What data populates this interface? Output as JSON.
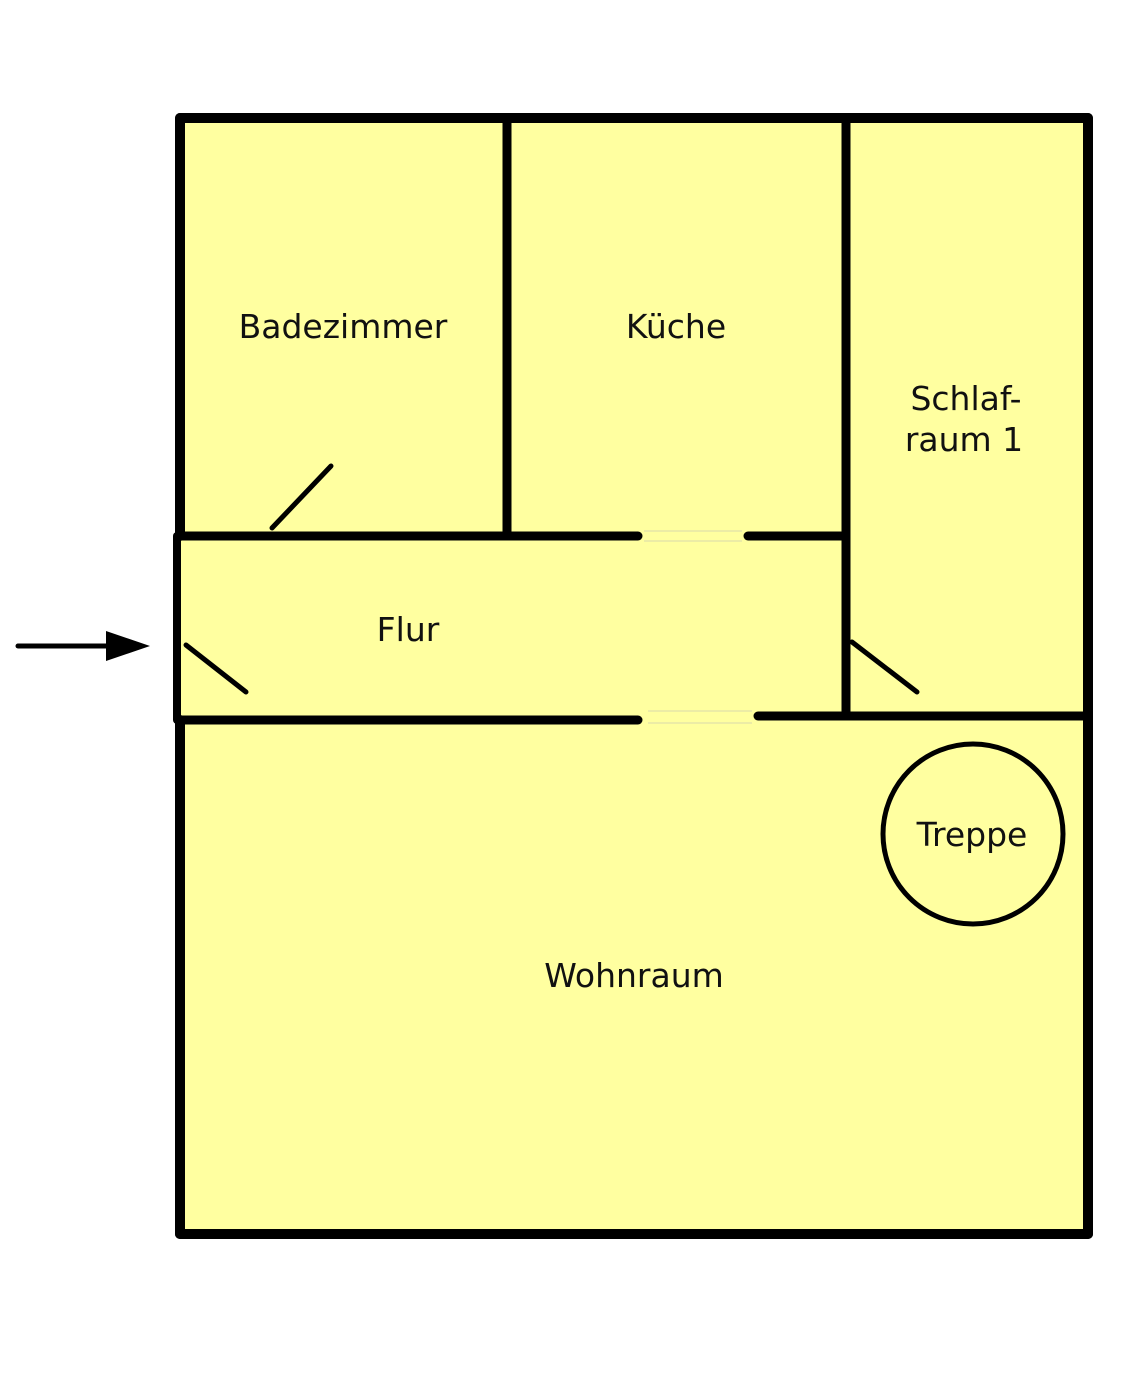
{
  "colors": {
    "floor_fill": "#ffffa0",
    "wall": "#000000",
    "background": "#ffffff"
  },
  "rooms": {
    "bathroom": "Badezimmer",
    "kitchen": "Küche",
    "bedroom_line1": "Schlaf-",
    "bedroom_line2": "raum 1",
    "hallway": "Flur",
    "stairs": "Treppe",
    "living_room": "Wohnraum"
  },
  "icons": {
    "entrance": "entrance-arrow-icon"
  }
}
